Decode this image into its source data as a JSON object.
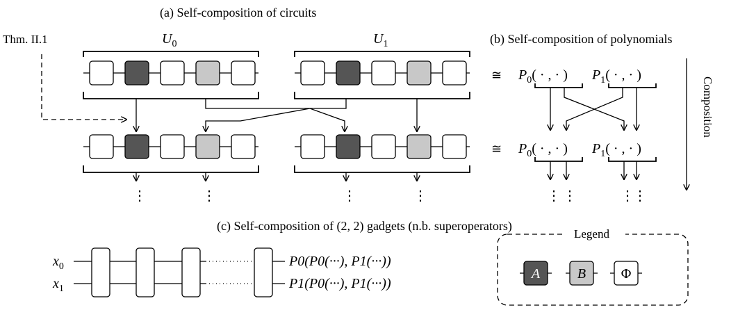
{
  "panel_a": {
    "title": "(a) Self-composition of circuits",
    "u0_label": "U",
    "u0_sub": "0",
    "u1_label": "U",
    "u1_sub": "1",
    "thm_label": "Thm. II.1"
  },
  "panel_b": {
    "title": "(b) Self-composition of polynomials",
    "cong": "≅",
    "p0": "P",
    "p0_sub": "0",
    "p1": "P",
    "p1_sub": "1",
    "args": "( · , · )",
    "side_label": "Composition"
  },
  "panel_c": {
    "title": "(c) Self-composition of (2, 2) gadgets (n.b. superoperators)",
    "x0": "x",
    "x0_sub": "0",
    "x1": "x",
    "x1_sub": "1",
    "out0": "P0(P0(···), P1(···))",
    "out1": "P1(P0(···), P1(···))",
    "dots": "···"
  },
  "legend": {
    "title": "Legend",
    "a": "A",
    "b": "B",
    "phi": "Φ"
  },
  "colors": {
    "dark_box": "#555555",
    "light_box": "#c8c8c8",
    "white_box": "#ffffff"
  },
  "vdots": "⋮"
}
